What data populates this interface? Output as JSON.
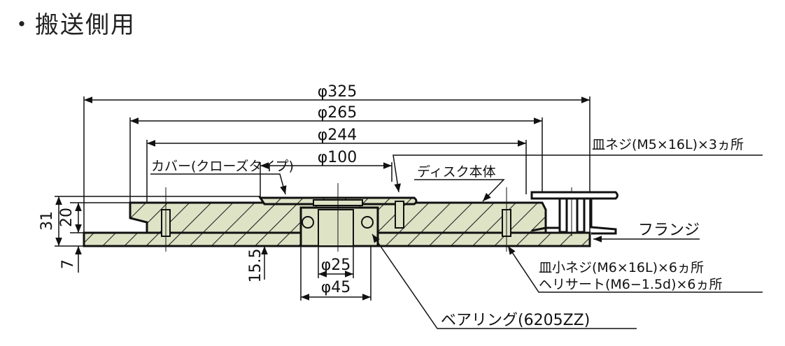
{
  "title": "・搬送側用",
  "dimensions": {
    "d325": "φ325",
    "d265": "φ265",
    "d244": "φ244",
    "d100": "φ100",
    "d25": "φ25",
    "d45": "φ45",
    "h31": "31",
    "h20": "20",
    "h7": "7",
    "h15_5": "15.5"
  },
  "labels": {
    "cover": "カバー(クローズタイプ)",
    "disc_body": "ディスク本体",
    "flat_screw": "皿ネジ(M5×16L)×3ヵ所",
    "flange": "フランジ",
    "small_screw": "皿小ネジ(M6×16L)×6ヵ所",
    "helisert": "ヘリサート(M6−1.5d)×6ヵ所",
    "bearing": "ベアリング(6205ZZ)"
  },
  "colors": {
    "fill": "#dfe3c6",
    "line": "#111111"
  }
}
